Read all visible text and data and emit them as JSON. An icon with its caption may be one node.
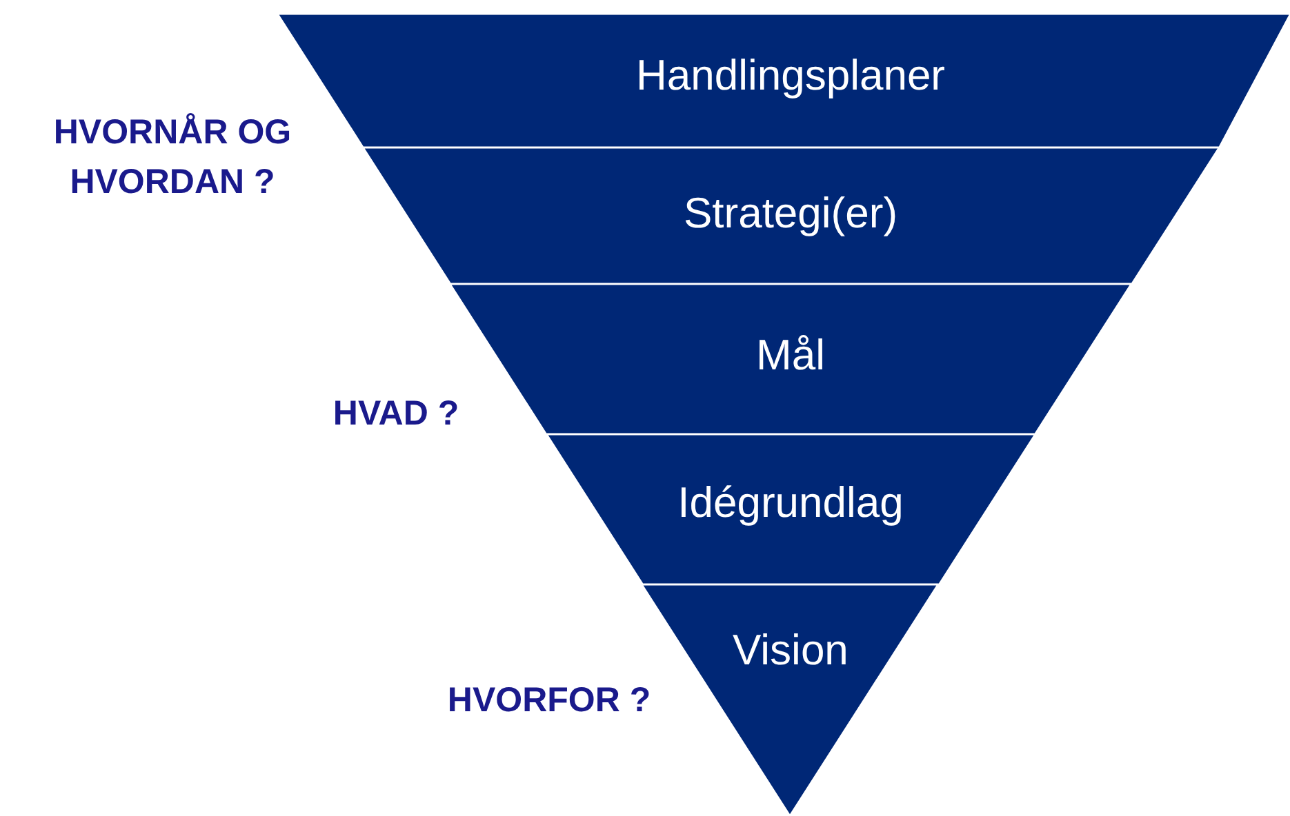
{
  "diagram": {
    "nodes": [
      {
        "text": [
          "Handlingsplaner"
        ]
      },
      {
        "text": [
          "Strategi(er)"
        ]
      },
      {
        "text": [
          "Mål"
        ]
      },
      {
        "text": [
          "Idégrundlag"
        ]
      },
      {
        "text": [
          "Vision"
        ]
      }
    ],
    "labels": [
      "HVORNÅR OG HVORDAN ?",
      "HVAD ?",
      "HVORFOR ?"
    ]
  }
}
